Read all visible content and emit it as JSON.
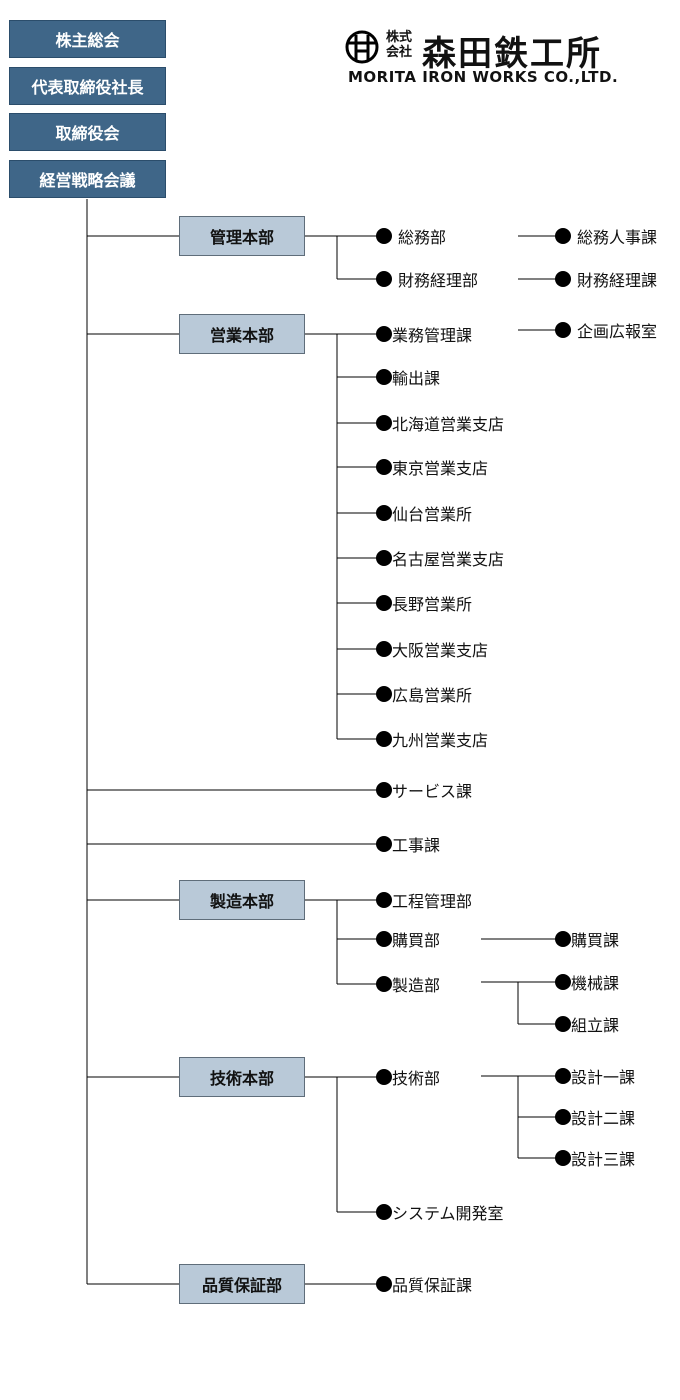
{
  "logo": {
    "mark": "logo-emblem-icon",
    "small_text": "株式会社",
    "name": "森田鉄工所",
    "english": "MORITA IRON WORKS CO.,LTD."
  },
  "governance": [
    "株主総会",
    "代表取締役社長",
    "取締役会",
    "経営戦略会議"
  ],
  "divisions": {
    "kanri": {
      "label": "管理本部",
      "depts": [
        "総務部",
        "財務経理部"
      ],
      "sections": [
        "総務人事課",
        "財務経理課"
      ]
    },
    "eigyo": {
      "label": "営業本部",
      "depts": [
        "業務管理課",
        "輸出課",
        "北海道営業支店",
        "東京営業支店",
        "仙台営業所",
        "名古屋営業支店",
        "長野営業所",
        "大阪営業支店",
        "広島営業所",
        "九州営業支店"
      ],
      "sub": "企画広報室"
    },
    "service": "サービス課",
    "koji": "工事課",
    "seizo": {
      "label": "製造本部",
      "depts": [
        "工程管理部",
        "購買部",
        "製造部"
      ],
      "kobai_sections": [
        "購買課"
      ],
      "seizo_sections": [
        "機械課",
        "組立課"
      ]
    },
    "gijutsu": {
      "label": "技術本部",
      "depts": [
        "技術部",
        "システム開発室"
      ],
      "sections": [
        "設計一課",
        "設計二課",
        "設計三課"
      ]
    },
    "hinshitsu": {
      "label": "品質保証部",
      "sections": [
        "品質保証課"
      ]
    }
  }
}
